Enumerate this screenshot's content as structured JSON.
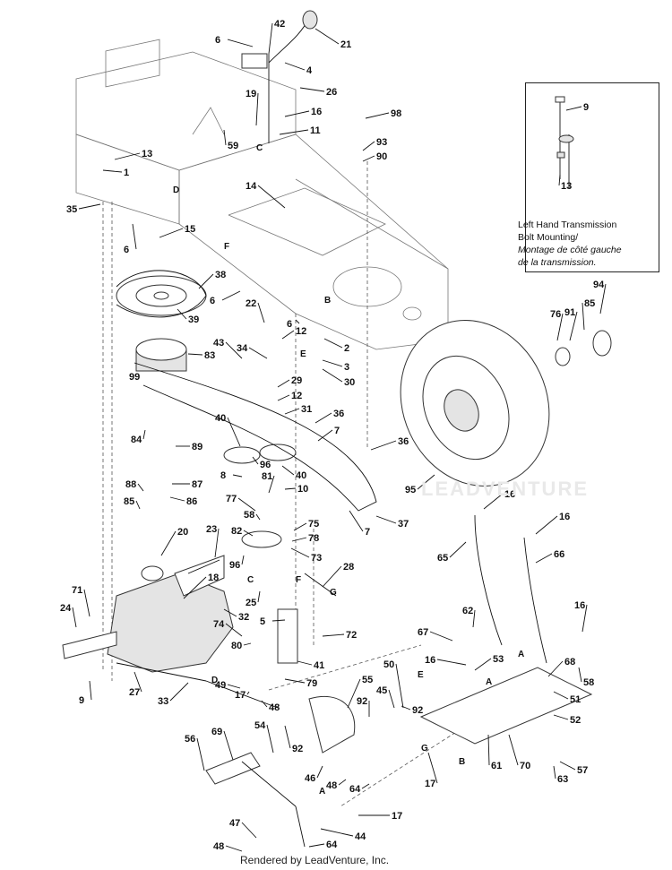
{
  "inset": {
    "caption_lines": [
      "Left Hand Transmission",
      "Bolt Mounting/"
    ],
    "caption_italic_lines": [
      "Montage de côté gauche",
      "de la transmission."
    ]
  },
  "footer_text": "Rendered by LeadVenture, Inc.",
  "watermark_text": "LEADVENTURE",
  "callouts": [
    "1",
    "2",
    "3",
    "4",
    "5",
    "6",
    "7",
    "8",
    "9",
    "10",
    "11",
    "12",
    "13",
    "14",
    "15",
    "16",
    "17",
    "18",
    "19",
    "20",
    "21",
    "22",
    "23",
    "24",
    "25",
    "26",
    "27",
    "28",
    "29",
    "30",
    "31",
    "32",
    "33",
    "34",
    "35",
    "36",
    "37",
    "38",
    "39",
    "40",
    "41",
    "42",
    "43",
    "44",
    "45",
    "46",
    "47",
    "48",
    "49",
    "50",
    "51",
    "52",
    "53",
    "54",
    "55",
    "56",
    "57",
    "58",
    "59",
    "61",
    "62",
    "63",
    "64",
    "65",
    "66",
    "67",
    "68",
    "69",
    "70",
    "71",
    "72",
    "73",
    "74",
    "75",
    "76",
    "77",
    "78",
    "79",
    "80",
    "81",
    "82",
    "83",
    "84",
    "85",
    "86",
    "87",
    "88",
    "89",
    "90",
    "91",
    "92",
    "93",
    "94",
    "95",
    "96",
    "98",
    "99"
  ],
  "reference_letters": [
    "A",
    "B",
    "C",
    "D",
    "E",
    "F",
    "G"
  ]
}
